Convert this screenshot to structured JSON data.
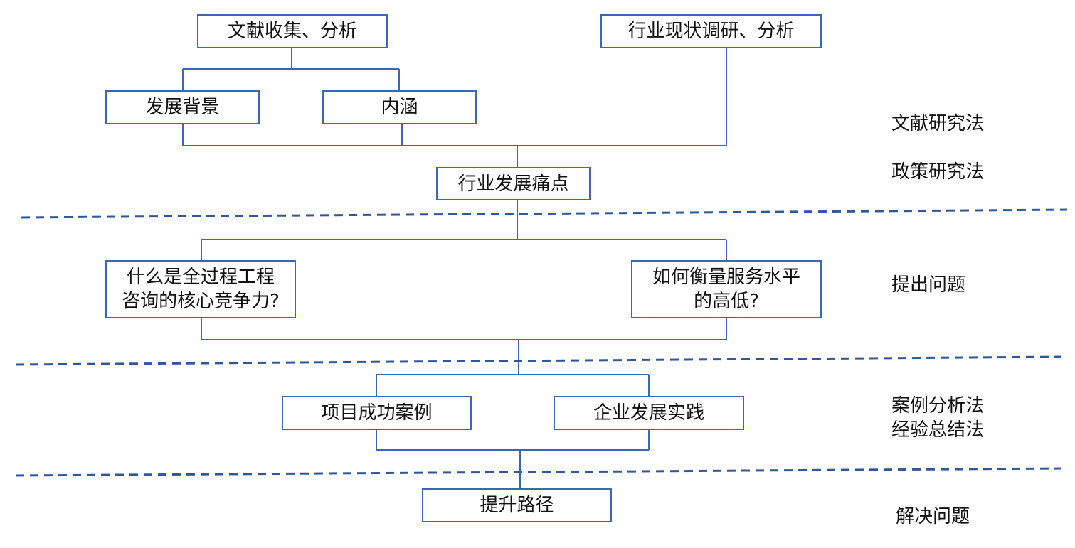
{
  "boxes": {
    "lit_collect": "文献收集、分析",
    "industry_survey": "行业现状调研、分析",
    "background": "发展背景",
    "connotation": "内涵",
    "pain_points": "行业发展痛点",
    "question_core": "什么是全过程工程\n咨询的核心竞争力?",
    "question_service": "如何衡量服务水平\n的高低?",
    "project_cases": "项目成功案例",
    "enterprise_practice": "企业发展实践",
    "upgrade_path": "提升路径"
  },
  "methods": {
    "literature_method": "文献研究法",
    "policy_method": "政策研究法",
    "raise_problem": "提出问题",
    "case_methods": "案例分析法\n经验总结法",
    "solve_problem": "解决问题"
  },
  "colors": {
    "box_border": "#3a68b4",
    "connector": "#3a68b4",
    "divider": "#2f579e"
  }
}
